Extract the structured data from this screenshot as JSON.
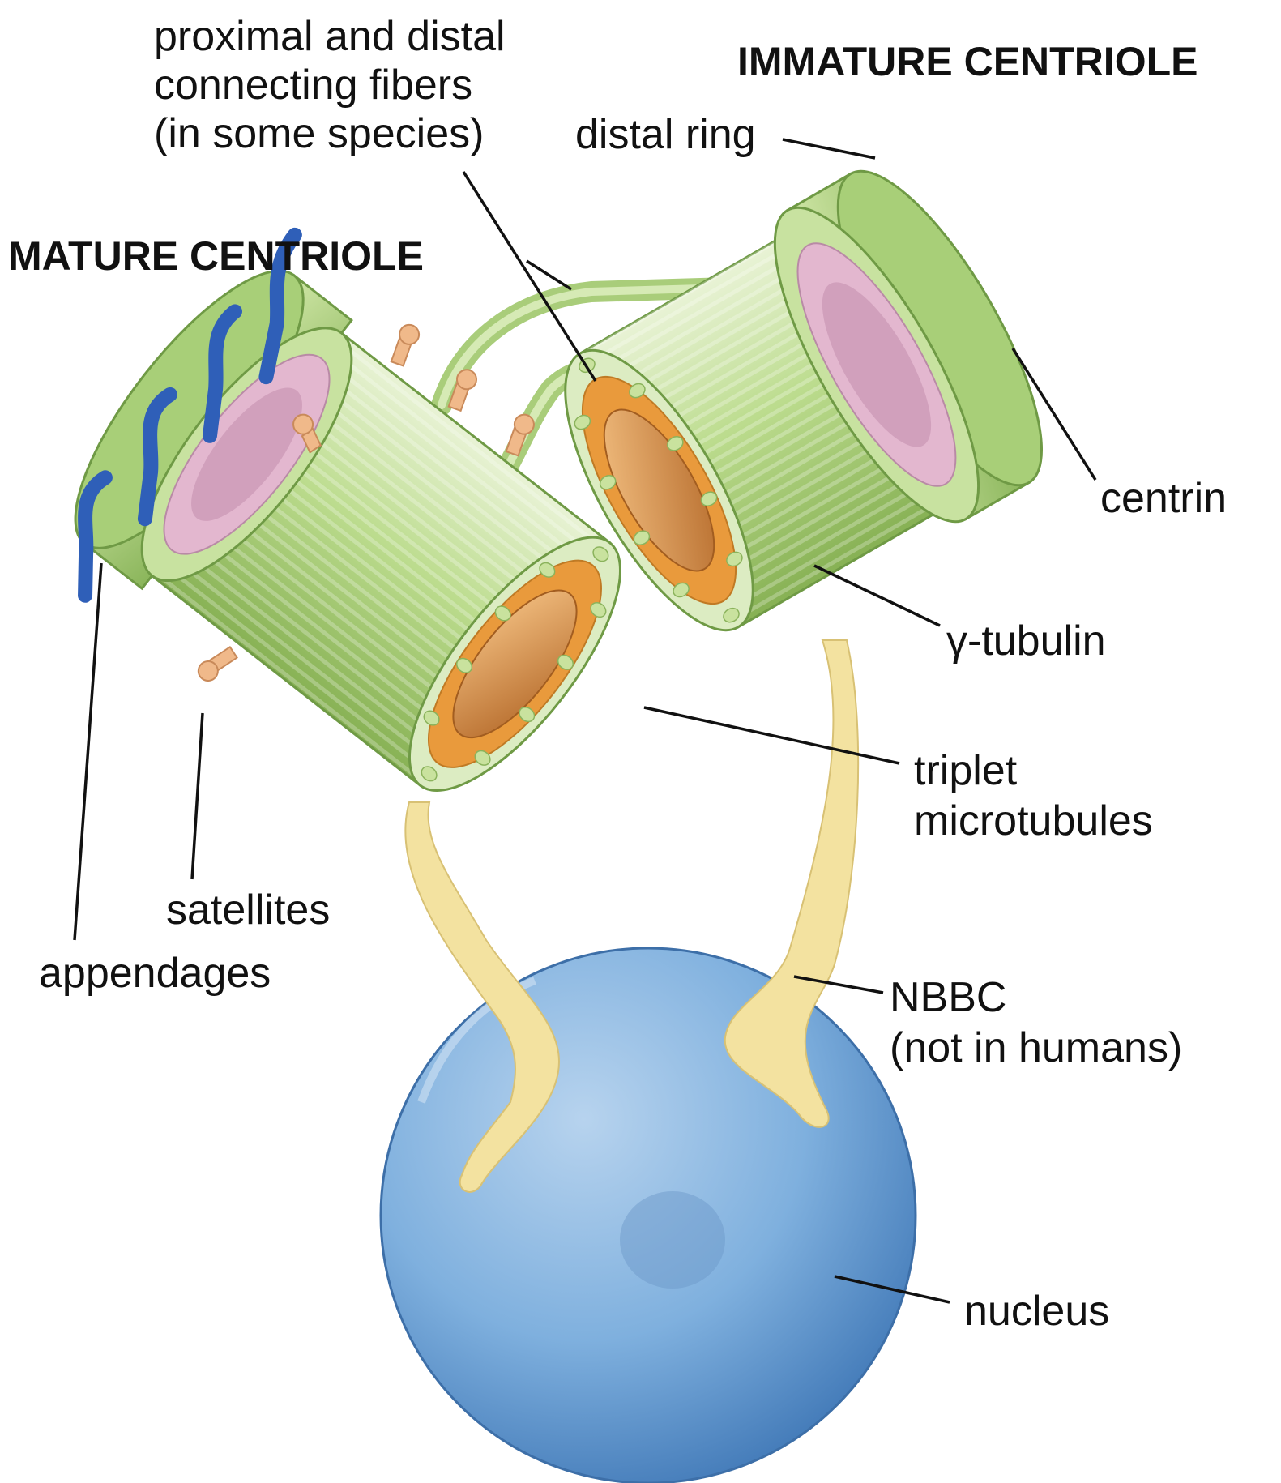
{
  "titles": {
    "mature": "MATURE CENTRIOLE",
    "immature": "IMMATURE CENTRIOLE"
  },
  "labels": {
    "fibers": [
      "proximal and distal",
      "connecting fibers",
      "(in some species)"
    ],
    "distal_ring": "distal ring",
    "centrin": "centrin",
    "gamma_tubulin": "γ-tubulin",
    "triplet": [
      "triplet",
      "microtubules"
    ],
    "nbbc": [
      "NBBC",
      "(not in humans)"
    ],
    "nucleus": "nucleus",
    "satellites": "satellites",
    "appendages": "appendages"
  },
  "colors": {
    "tube_green": "#b9d98c",
    "tube_dark": "#8fb85c",
    "centrin_pink": "#e3b7cf",
    "gamma_orange": "#e99a3c",
    "appendage_blue": "#2f5fb8",
    "satellite_peach": "#f0b98a",
    "nbbc_yellow": "#f3e2a0",
    "nucleus_blue": "#6fa2d3"
  }
}
